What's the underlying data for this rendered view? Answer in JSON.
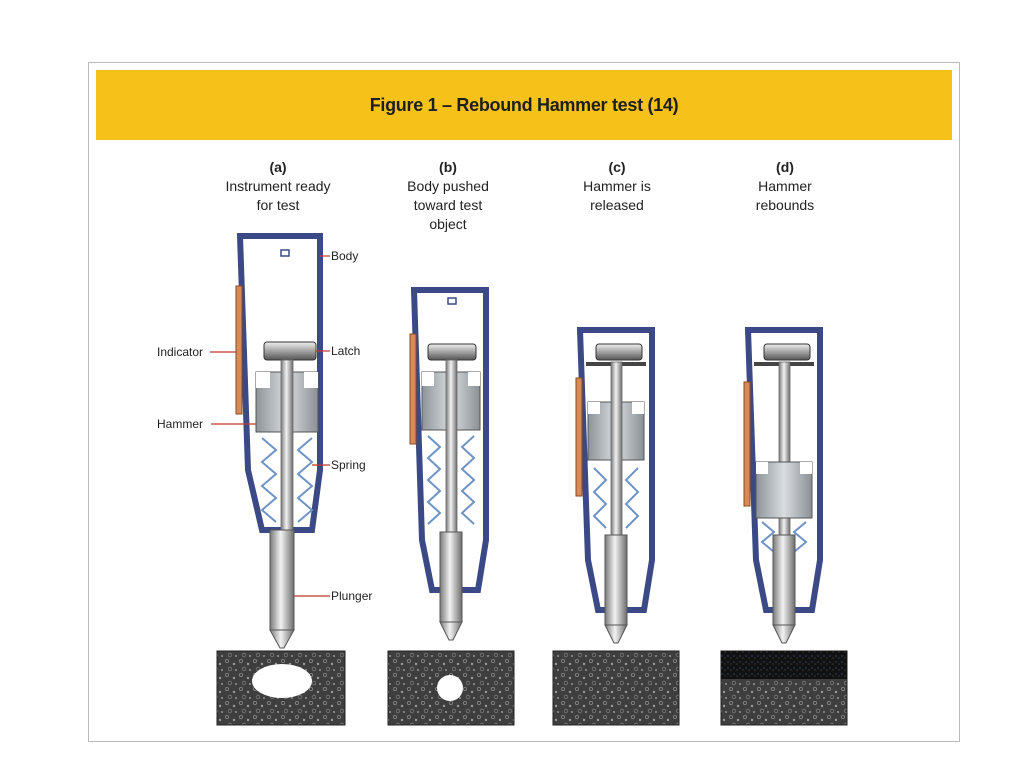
{
  "figure_title": "Figure 1 – Rebound Hammer test (14)",
  "panels": [
    {
      "letter": "(a)",
      "caption_lines": [
        "Instrument ready",
        "for test"
      ]
    },
    {
      "letter": "(b)",
      "caption_lines": [
        "Body pushed",
        "toward test",
        "object"
      ]
    },
    {
      "letter": "(c)",
      "caption_lines": [
        "Hammer is",
        "released"
      ]
    },
    {
      "letter": "(d)",
      "caption_lines": [
        "Hammer",
        "rebounds"
      ]
    }
  ],
  "labels": {
    "body": "Body",
    "latch": "Latch",
    "indicator": "Indicator",
    "hammer": "Hammer",
    "spring": "Spring",
    "plunger": "Plunger"
  },
  "colors": {
    "banner": "#f6c21a",
    "casing": "#3b4a86",
    "indicator": "#d98b57",
    "leader": "#c0392b",
    "spring": "#6f93c4",
    "concrete": "#3a3a3a"
  }
}
